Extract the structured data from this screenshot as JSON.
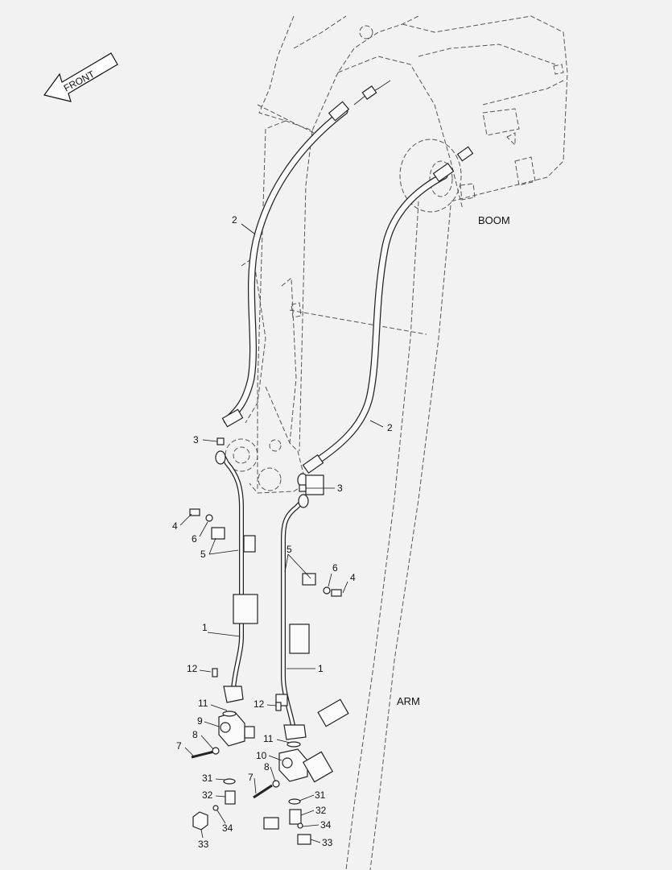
{
  "direction": {
    "label": "FRONT"
  },
  "regions": {
    "boom": "BOOM",
    "arm": "ARM"
  },
  "callouts": {
    "c2a": "2",
    "c2b": "2",
    "c3a": "3",
    "c3b": "3",
    "c4a": "4",
    "c4b": "4",
    "c5a": "5",
    "c5b": "5",
    "c6a": "6",
    "c6b": "6",
    "c1a": "1",
    "c1b": "1",
    "c12a": "12",
    "c12b": "12",
    "c11a": "11",
    "c11b": "11",
    "c9": "9",
    "c10": "10",
    "c8a": "8",
    "c8b": "8",
    "c7a": "7",
    "c7b": "7",
    "c31a": "31",
    "c31b": "31",
    "c32a": "32",
    "c32b": "32",
    "c34a": "34",
    "c34b": "34",
    "c33a": "33",
    "c33b": "33"
  }
}
